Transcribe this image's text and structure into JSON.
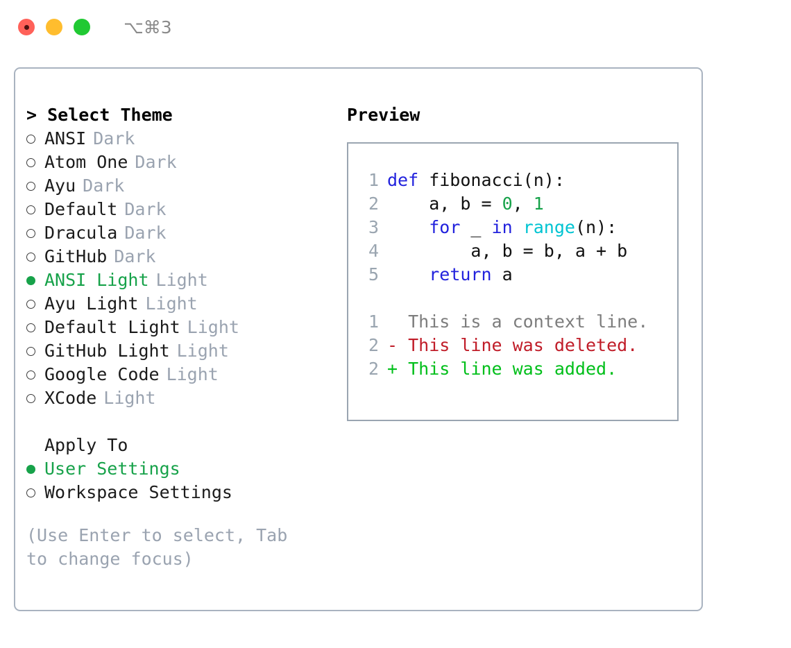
{
  "titlebar": {
    "shortcut": "⌥⌘3",
    "buttons": [
      {
        "name": "close",
        "color": "#ff6159"
      },
      {
        "name": "minimize",
        "color": "#ffbd2e"
      },
      {
        "name": "zoom",
        "color": "#20c933"
      }
    ]
  },
  "theme_picker": {
    "heading": "> Select Theme",
    "items": [
      {
        "label": "ANSI",
        "badge": "Dark",
        "selected": false
      },
      {
        "label": "Atom One",
        "badge": "Dark",
        "selected": false
      },
      {
        "label": "Ayu",
        "badge": "Dark",
        "selected": false
      },
      {
        "label": "Default",
        "badge": "Dark",
        "selected": false
      },
      {
        "label": "Dracula",
        "badge": "Dark",
        "selected": false
      },
      {
        "label": "GitHub",
        "badge": "Dark",
        "selected": false
      },
      {
        "label": "ANSI Light",
        "badge": "Light",
        "selected": true
      },
      {
        "label": "Ayu Light",
        "badge": "Light",
        "selected": false
      },
      {
        "label": "Default Light",
        "badge": "Light",
        "selected": false
      },
      {
        "label": "GitHub Light",
        "badge": "Light",
        "selected": false
      },
      {
        "label": "Google Code",
        "badge": "Light",
        "selected": false
      },
      {
        "label": "XCode",
        "badge": "Light",
        "selected": false
      }
    ]
  },
  "apply_to": {
    "title": "Apply To",
    "options": [
      {
        "label": "User Settings",
        "selected": true
      },
      {
        "label": "Workspace Settings",
        "selected": false
      }
    ]
  },
  "hint": "(Use Enter to select, Tab to change focus)",
  "preview": {
    "title": "Preview",
    "code_lines": [
      {
        "no": "1",
        "tokens": [
          {
            "t": "def",
            "c": "kw"
          },
          {
            "t": " fibonacci(n):",
            "c": "plain"
          }
        ]
      },
      {
        "no": "2",
        "tokens": [
          {
            "t": "    a, b = ",
            "c": "plain"
          },
          {
            "t": "0",
            "c": "num"
          },
          {
            "t": ", ",
            "c": "plain"
          },
          {
            "t": "1",
            "c": "num"
          }
        ]
      },
      {
        "no": "3",
        "tokens": [
          {
            "t": "    ",
            "c": "plain"
          },
          {
            "t": "for",
            "c": "kw"
          },
          {
            "t": " _ ",
            "c": "plain"
          },
          {
            "t": "in",
            "c": "kw"
          },
          {
            "t": " ",
            "c": "plain"
          },
          {
            "t": "range",
            "c": "fn"
          },
          {
            "t": "(n):",
            "c": "plain"
          }
        ]
      },
      {
        "no": "4",
        "tokens": [
          {
            "t": "        a, b = b, a + b",
            "c": "plain"
          }
        ]
      },
      {
        "no": "5",
        "tokens": [
          {
            "t": "    ",
            "c": "plain"
          },
          {
            "t": "return",
            "c": "kw"
          },
          {
            "t": " a",
            "c": "plain"
          }
        ]
      }
    ],
    "diff_lines": [
      {
        "no": "1",
        "marker": "  ",
        "text": "This is a context line.",
        "kind": "context"
      },
      {
        "no": "2",
        "marker": "- ",
        "text": "This line was deleted.",
        "kind": "del"
      },
      {
        "no": "2",
        "marker": "+ ",
        "text": "This line was added.",
        "kind": "add"
      }
    ]
  },
  "colors": {
    "accent_green": "#17a24a",
    "muted": "#9aa3b0",
    "keyword_blue": "#2222dd",
    "function_cyan": "#00c4d2",
    "number_green": "#17a24a",
    "diff_delete_red": "#c01c28",
    "diff_add_green": "#00bf1a",
    "border": "#a9b3c0"
  }
}
